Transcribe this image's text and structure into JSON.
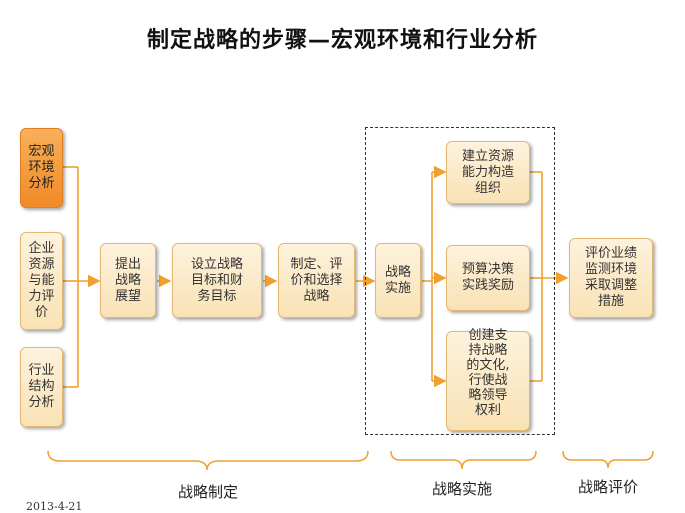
{
  "title": "制定战略的步骤—宏观环境和行业分析",
  "inputs": [
    "宏观\n环境\n分析",
    "企业\n资源\n与能\n力评\n价",
    "行业\n结构\n分析"
  ],
  "steps": {
    "s1": "提出\n战略\n展望",
    "s2": "设立战略\n目标和财\n务目标",
    "s3": "制定、评\n价和选择\n战略",
    "s4": "战略\n实施"
  },
  "implementation": [
    "建立资源\n能力构造\n组织",
    "预算决策\n实践奖励",
    "创建支\n持战略\n的文化,\n行使战\n略领导\n权利"
  ],
  "evaluation": "评价业绩\n监测环境\n采取调整\n措施",
  "phases": [
    "战略制定",
    "战略实施",
    "战略评价"
  ],
  "footer_date": "2013-4-21",
  "colors": {
    "box_fill": "#f9e2b5",
    "highlight_fill": "#f08a28",
    "line": "#f0a030"
  }
}
